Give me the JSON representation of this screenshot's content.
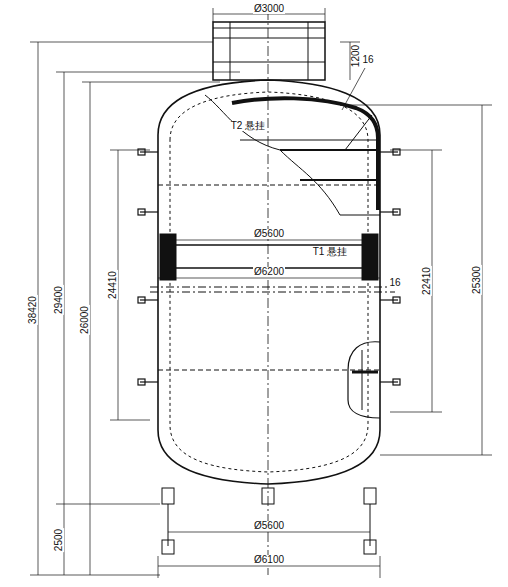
{
  "diagram": {
    "labels": [
      "Ø3000",
      "1200",
      "16",
      "T2 悬挂",
      "Ø5600",
      "Ø6200",
      "T1 悬挂",
      "16",
      "38420",
      "29400",
      "26000",
      "24410",
      "2500",
      "22410",
      "25300",
      "Ø5600",
      "Ø6100"
    ]
  }
}
